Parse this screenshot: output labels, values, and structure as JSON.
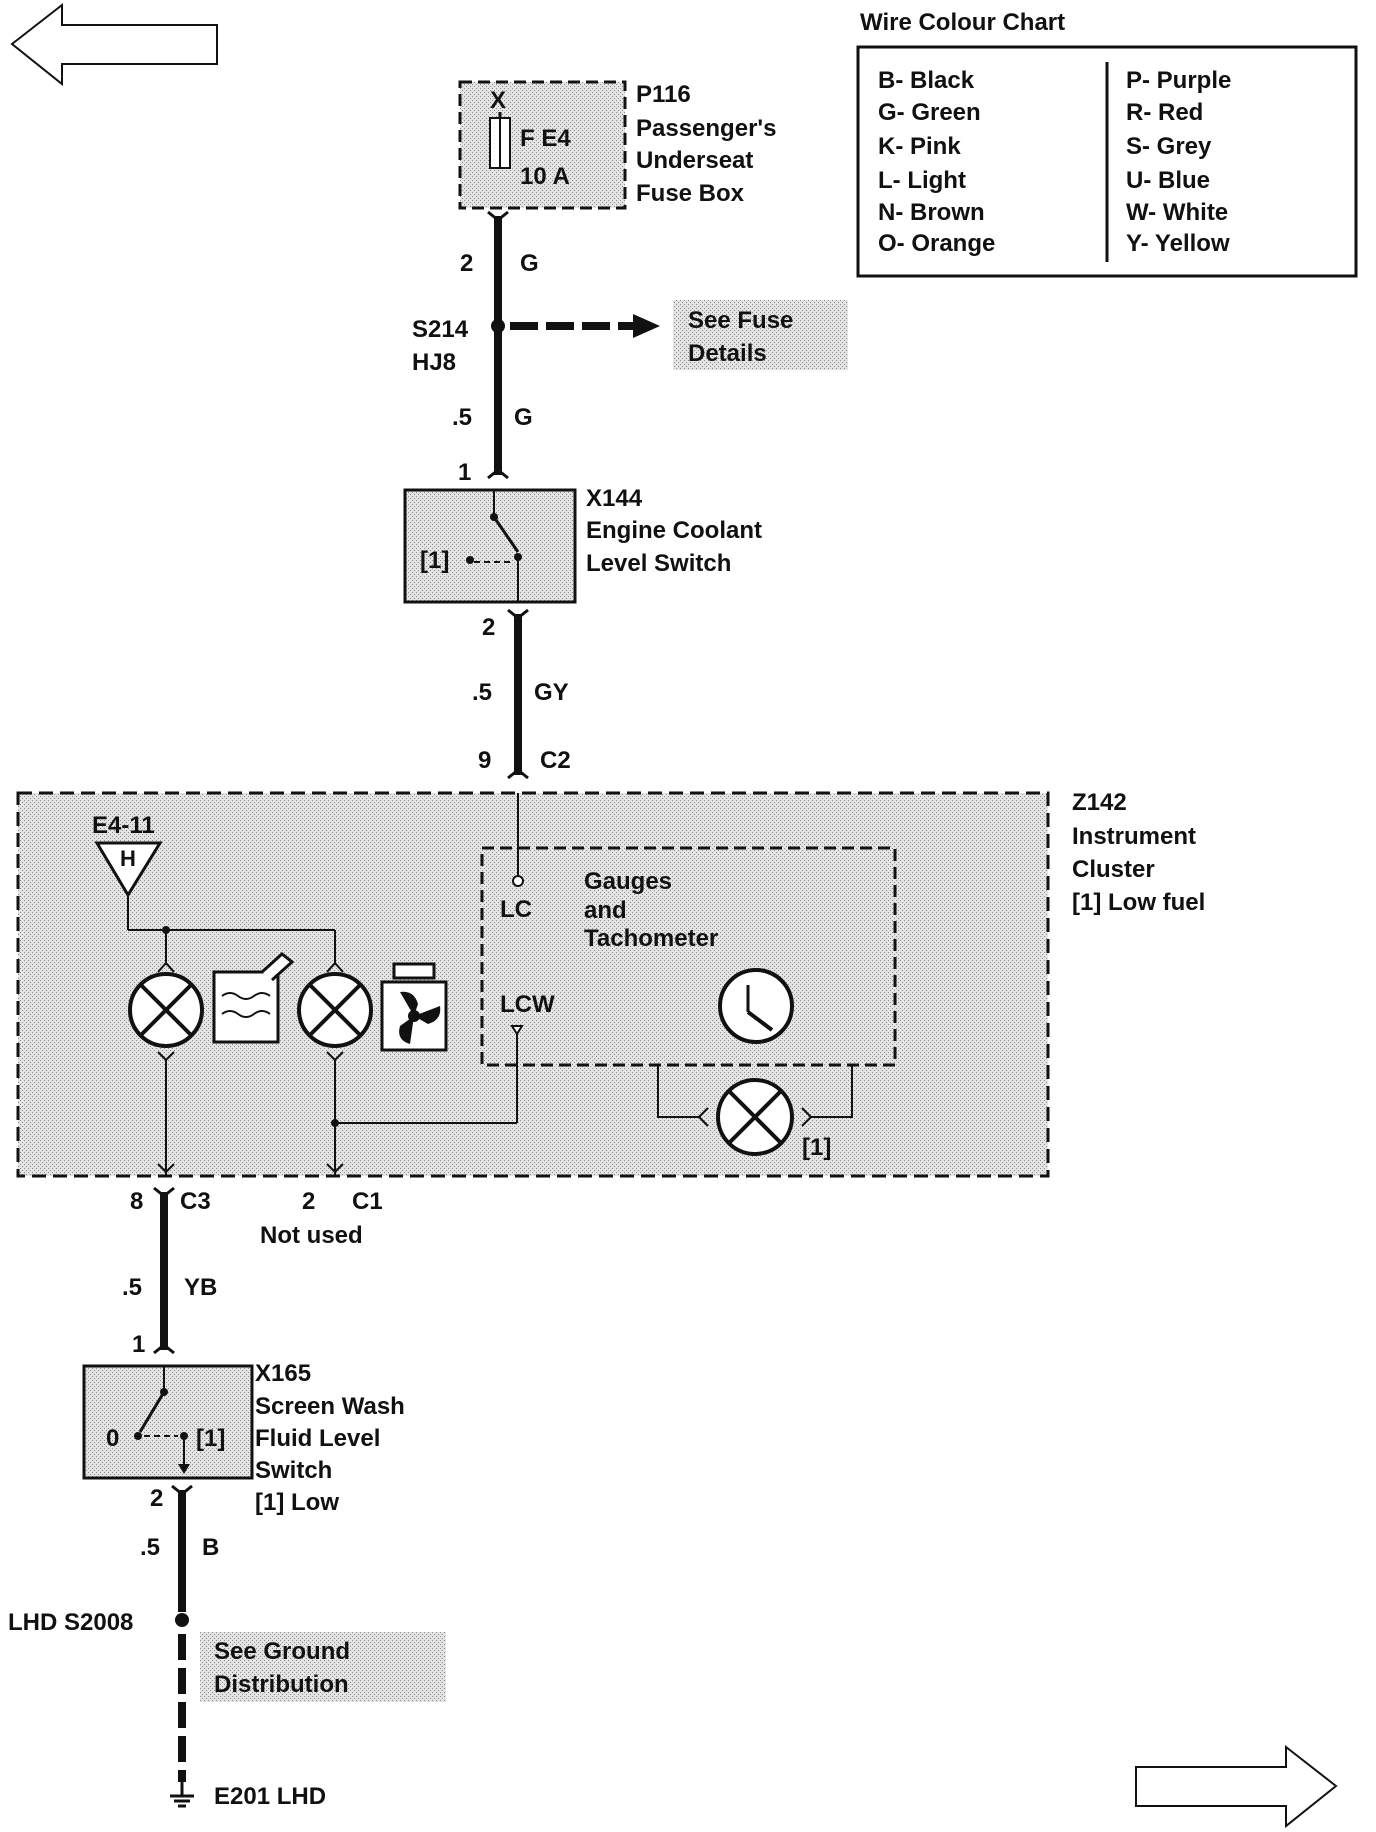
{
  "nav": {
    "prev_icon": "arrow-left-icon",
    "next_icon": "arrow-right-icon"
  },
  "colour_chart": {
    "title": "Wire Colour Chart",
    "left": [
      "B- Black",
      "G- Green",
      "K- Pink",
      "L- Light",
      "N- Brown",
      "O- Orange"
    ],
    "right": [
      "P- Purple",
      "R- Red",
      "S- Grey",
      "U- Blue",
      "W- White",
      "Y- Yellow"
    ]
  },
  "p116": {
    "terminal": "X",
    "fuse_line1": "F E4",
    "fuse_line2": "10 A",
    "label": [
      "P116",
      "Passenger's",
      "Underseat",
      "Fuse Box"
    ]
  },
  "wire1": {
    "pin": "2",
    "colour": "G"
  },
  "splice_s214": {
    "id": "S214",
    "code": "HJ8",
    "ref": [
      "See Fuse",
      "Details"
    ]
  },
  "wire2": {
    "size": ".5",
    "colour": "G",
    "pin": "1"
  },
  "x144": {
    "contact": "[1]",
    "label": [
      "X144",
      "Engine Coolant",
      "Level Switch"
    ]
  },
  "wire3": {
    "pin": "2",
    "size": ".5",
    "colour": "GY",
    "conn_pin": "9",
    "conn": "C2"
  },
  "z142": {
    "label": [
      "Z142",
      "Instrument",
      "Cluster",
      "[1]  Low fuel"
    ],
    "ref": "E4-11",
    "triangle": "H",
    "lc": "LC",
    "lcw": "LCW",
    "gauges": [
      "Gauges",
      "and",
      "Tachometer"
    ],
    "low_fuel": "[1]"
  },
  "c3": {
    "pin": "8",
    "conn": "C3"
  },
  "c1": {
    "pin": "2",
    "conn": "C1",
    "note": "Not used"
  },
  "wire4": {
    "size": ".5",
    "colour": "YB",
    "pin": "1"
  },
  "x165": {
    "pos0": "0",
    "pos1": "[1]",
    "label": [
      "X165",
      "Screen Wash",
      "Fluid Level",
      "Switch",
      "[1]  Low"
    ]
  },
  "wire5": {
    "pin": "2",
    "size": ".5",
    "colour": "B"
  },
  "splice_s2008": {
    "label": "LHD  S2008",
    "ref": [
      "See Ground",
      "Distribution"
    ]
  },
  "ground": {
    "label": "E201  LHD"
  }
}
